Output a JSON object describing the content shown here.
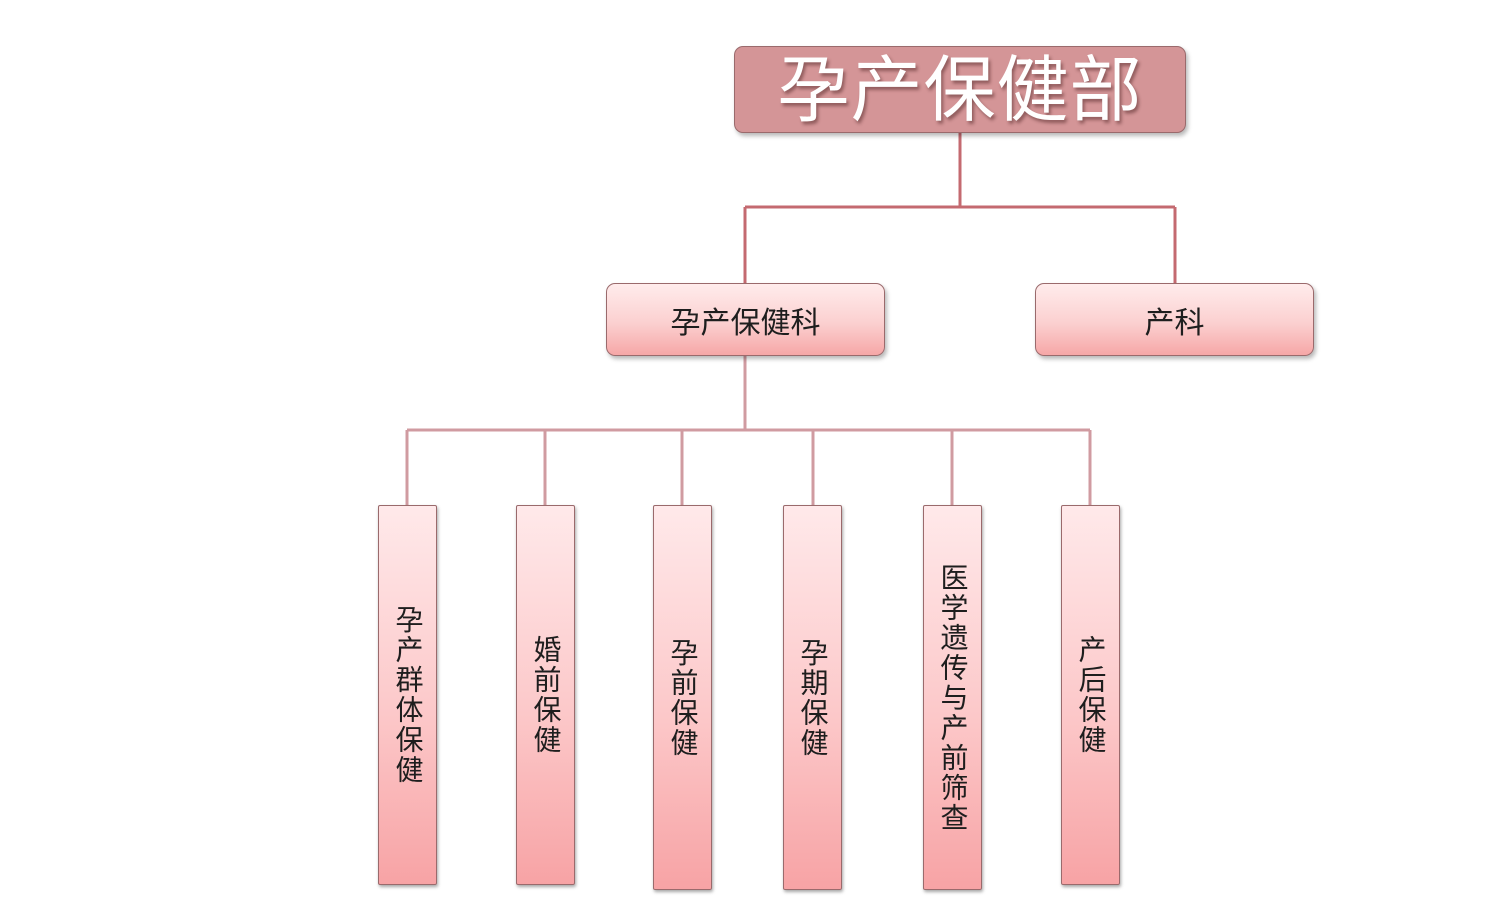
{
  "diagram": {
    "root": {
      "label": "孕产保健部"
    },
    "departments": [
      {
        "label": "孕产保健科"
      },
      {
        "label": "产科"
      }
    ],
    "sub_units": [
      {
        "label": "孕产群体保健"
      },
      {
        "label": "婚前保健"
      },
      {
        "label": "孕前保健"
      },
      {
        "label": "孕期保健"
      },
      {
        "label": "医学遗传与产前筛查"
      },
      {
        "label": "产后保健"
      }
    ]
  },
  "colors": {
    "root_fill": "#d49597",
    "connector_upper": "#c46a70",
    "connector_lower": "#d09ba1"
  }
}
